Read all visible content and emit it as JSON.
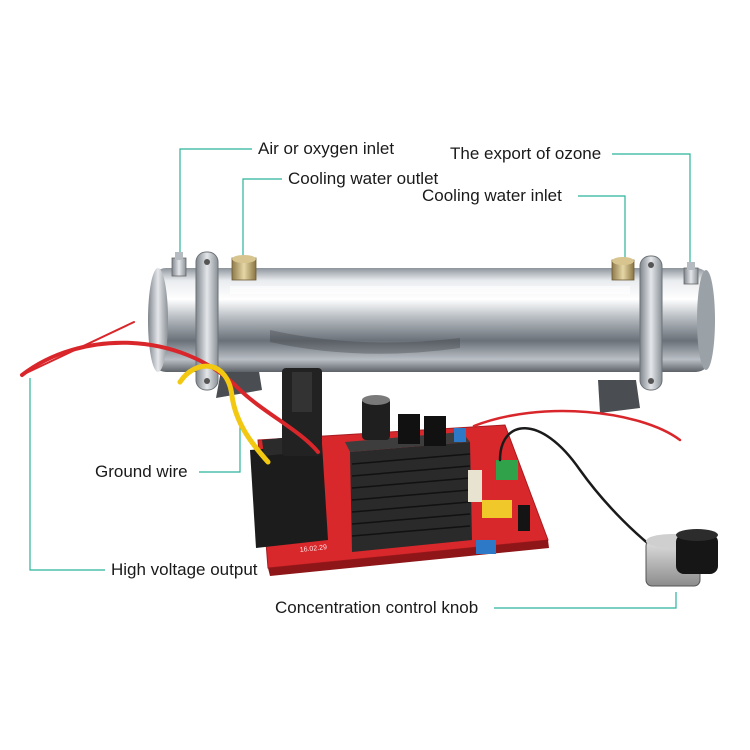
{
  "labels": {
    "air_inlet": "Air or oxygen inlet",
    "ozone_export": "The export of ozone",
    "cooling_outlet": "Cooling water outlet",
    "cooling_inlet": "Cooling water inlet",
    "ground_wire": "Ground wire",
    "hv_output": "High voltage output",
    "knob": "Concentration control knob"
  },
  "board_marking": "16.02.29",
  "colors": {
    "leader_line": "#2bb59a",
    "pcb": "#d8282c",
    "heatsink": "#2a2a2a",
    "wire_red": "#d9262b",
    "wire_yellow": "#f2c811",
    "tube_steel": "#c9ced3"
  }
}
